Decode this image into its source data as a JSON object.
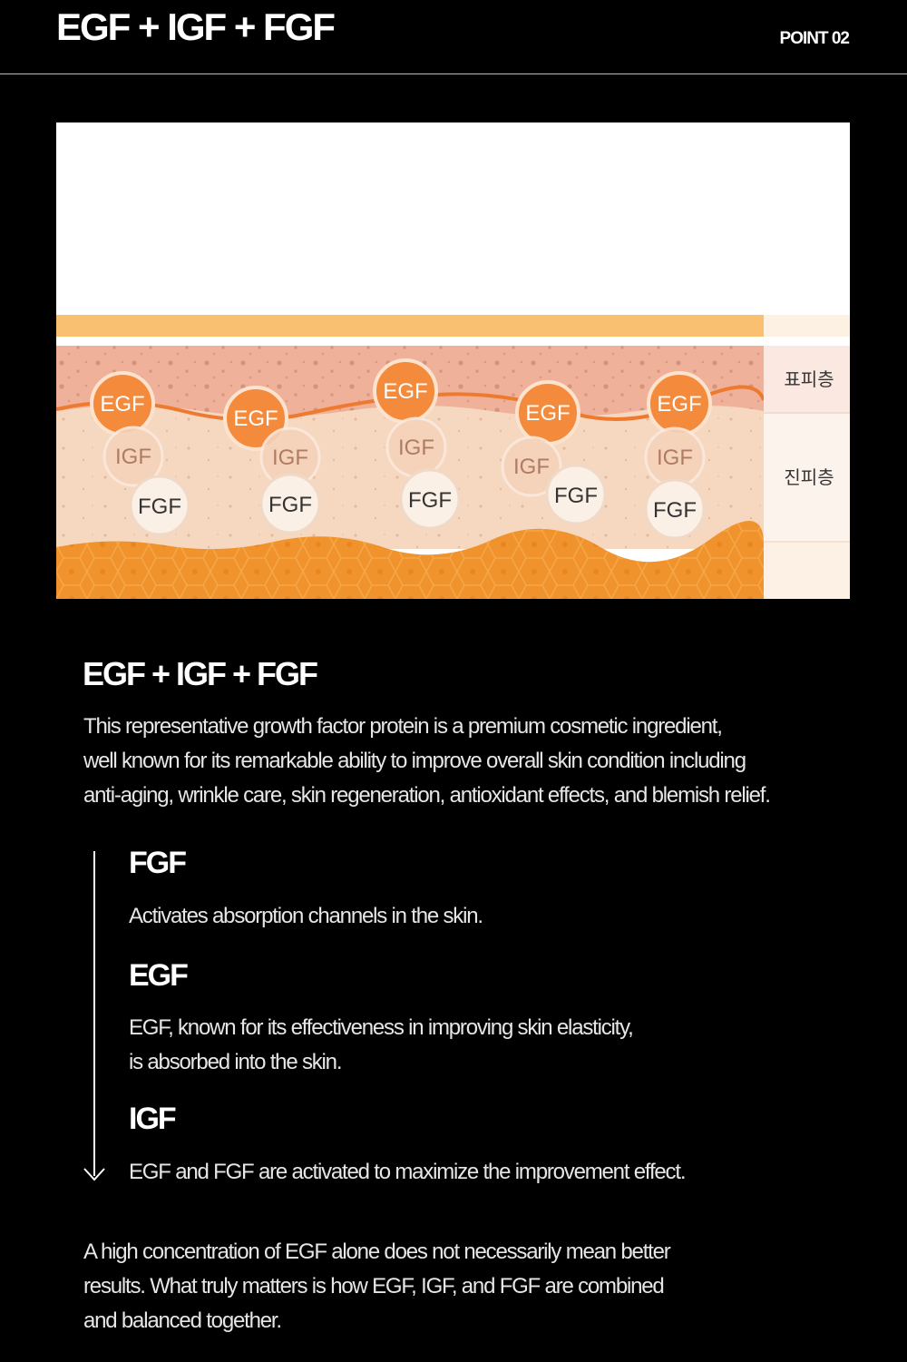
{
  "header": {
    "title": "EGF + IGF + FGF",
    "point_label": "POINT 02"
  },
  "illustration": {
    "layer_labels": [
      "표피층",
      "진피층"
    ],
    "molecules": {
      "egf": "EGF",
      "igf": "IGF",
      "fgf": "FGF"
    },
    "colors": {
      "egf_fill": "#f38a3c",
      "wave_line": "#ee7a2f",
      "epidermis": "#efb199",
      "dermis": "#f6d7c0",
      "subcutaneous": "#f0932d",
      "top_band": "#f8c070"
    }
  },
  "section": {
    "title": "EGF + IGF + FGF",
    "intro_lines": [
      "This representative growth factor protein is a premium cosmetic ingredient,",
      "well known for its remarkable ability to improve overall skin condition including",
      "anti-aging, wrinkle care, skin regeneration, antioxidant effects, and blemish relief."
    ]
  },
  "steps": [
    {
      "title": "FGF",
      "lines": [
        "Activates absorption channels in the skin."
      ]
    },
    {
      "title": "EGF",
      "lines": [
        "EGF, known for its effectiveness in improving skin elasticity,",
        "is absorbed into the skin."
      ]
    },
    {
      "title": "IGF",
      "lines": [
        "EGF and FGF are activated to maximize the improvement effect."
      ]
    }
  ],
  "outro_lines": [
    "A high concentration of EGF alone does not necessarily mean better",
    "results. What truly matters is how EGF, IGF, and FGF are combined",
    "and balanced together."
  ]
}
